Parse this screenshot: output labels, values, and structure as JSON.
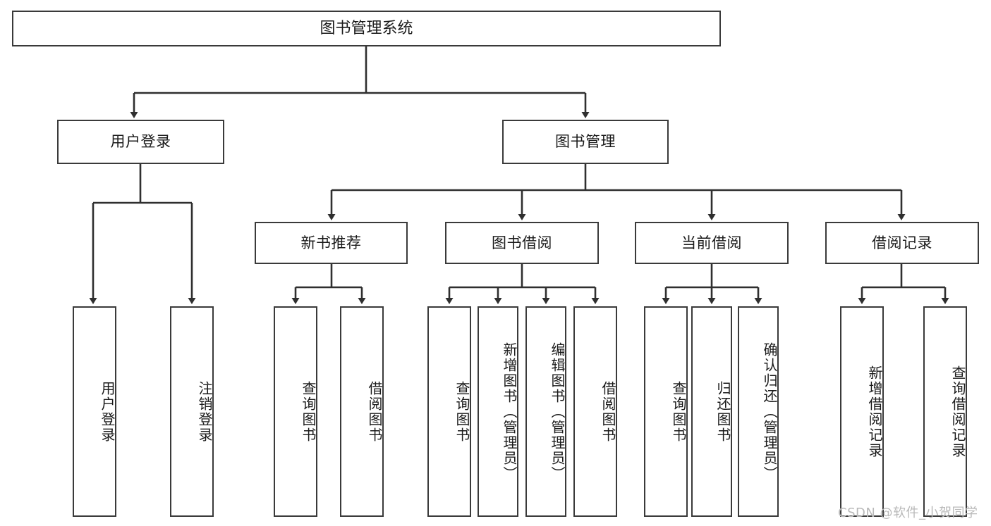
{
  "diagram": {
    "type": "tree-hierarchy",
    "title": "图书管理系统",
    "watermark": "CSDN @软件_小贺同学",
    "colors": {
      "box_border": "#3a3a3a",
      "box_fill": "#ffffff",
      "connector": "#2f2f2f",
      "text": "#1a1a1a",
      "watermark": "#b9b9b9",
      "background": "#ffffff"
    },
    "nodes": {
      "root": {
        "label": "图书管理系统"
      },
      "level2": [
        {
          "label": "用户登录"
        },
        {
          "label": "图书管理"
        }
      ],
      "level3": [
        {
          "label": "新书推荐"
        },
        {
          "label": "图书借阅"
        },
        {
          "label": "当前借阅"
        },
        {
          "label": "借阅记录"
        }
      ],
      "leaves": {
        "user_login": [
          {
            "label": "用户登录"
          },
          {
            "label": "注销登录"
          }
        ],
        "new_book_rec": [
          {
            "label": "查询图书"
          },
          {
            "label": "借阅图书"
          }
        ],
        "book_borrow": [
          {
            "label": "查询图书"
          },
          {
            "label": "新增图书（管理员）"
          },
          {
            "label": "编辑图书（管理员）"
          },
          {
            "label": "借阅图书"
          }
        ],
        "current_borrow": [
          {
            "label": "查询图书"
          },
          {
            "label": "归还图书"
          },
          {
            "label": "确认归还（管理员）"
          }
        ],
        "borrow_record": [
          {
            "label": "新增借阅记录"
          },
          {
            "label": "查询借阅记录"
          }
        ]
      }
    }
  }
}
